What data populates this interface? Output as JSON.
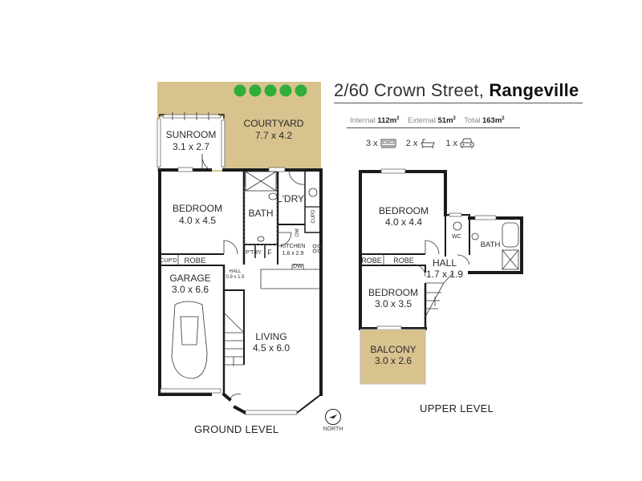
{
  "header": {
    "address": "2/60 Crown Street,",
    "suburb": "Rangeville",
    "areas": [
      {
        "label": "Internal",
        "value": "112m",
        "sup": "2"
      },
      {
        "label": "External",
        "value": "51m",
        "sup": "2"
      },
      {
        "label": "Total",
        "value": "163m",
        "sup": "2"
      }
    ],
    "features": [
      {
        "count": "3 x",
        "icon": "bed-icon"
      },
      {
        "count": "2 x",
        "icon": "bath-icon"
      },
      {
        "count": "1 x",
        "icon": "car-icon"
      }
    ]
  },
  "colors": {
    "outdoor": "#d8c38f",
    "trees": "#2fae3a",
    "walls": "#1a1a1a"
  },
  "ground_level": {
    "label": "GROUND LEVEL",
    "rooms": {
      "courtyard": {
        "name": "COURTYARD",
        "dim": "7.7 x 4.2"
      },
      "sunroom": {
        "name": "SUNROOM",
        "dim": "3.1 x 2.7"
      },
      "bedroom": {
        "name": "BEDROOM",
        "dim": "4.0 x 4.5"
      },
      "bath": {
        "name": "BATH"
      },
      "laundry": {
        "name": "L'DRY"
      },
      "cupboard_right": {
        "name": "CUPD"
      },
      "dw_vertical": {
        "name": "DW"
      },
      "kitchen": {
        "name": "KITCHEN",
        "dim": "1.8 x 2.9"
      },
      "pantry": {
        "name": "P'TRY"
      },
      "fridge": {
        "name": "F"
      },
      "dw": {
        "name": "DW"
      },
      "cupboard_left": {
        "name": "CUP'D"
      },
      "robe": {
        "name": "ROBE"
      },
      "hall": {
        "name": "HALL",
        "dim": "0.9 x 1.5"
      },
      "garage": {
        "name": "GARAGE",
        "dim": "3.0 x 6.6"
      },
      "living": {
        "name": "LIVING",
        "dim": "4.5 x 6.0"
      }
    }
  },
  "upper_level": {
    "label": "UPPER LEVEL",
    "rooms": {
      "bedroom1": {
        "name": "BEDROOM",
        "dim": "4.0 x 4.4"
      },
      "wc": {
        "name": "WC"
      },
      "bath": {
        "name": "BATH"
      },
      "robe1": {
        "name": "ROBE"
      },
      "robe2": {
        "name": "ROBE"
      },
      "hall": {
        "name": "HALL",
        "dim": "1.7 x 1.9"
      },
      "bedroom2": {
        "name": "BEDROOM",
        "dim": "3.0 x 3.5"
      },
      "balcony": {
        "name": "BALCONY",
        "dim": "3.0 x 2.6"
      }
    }
  },
  "compass": {
    "label": "NORTH"
  }
}
